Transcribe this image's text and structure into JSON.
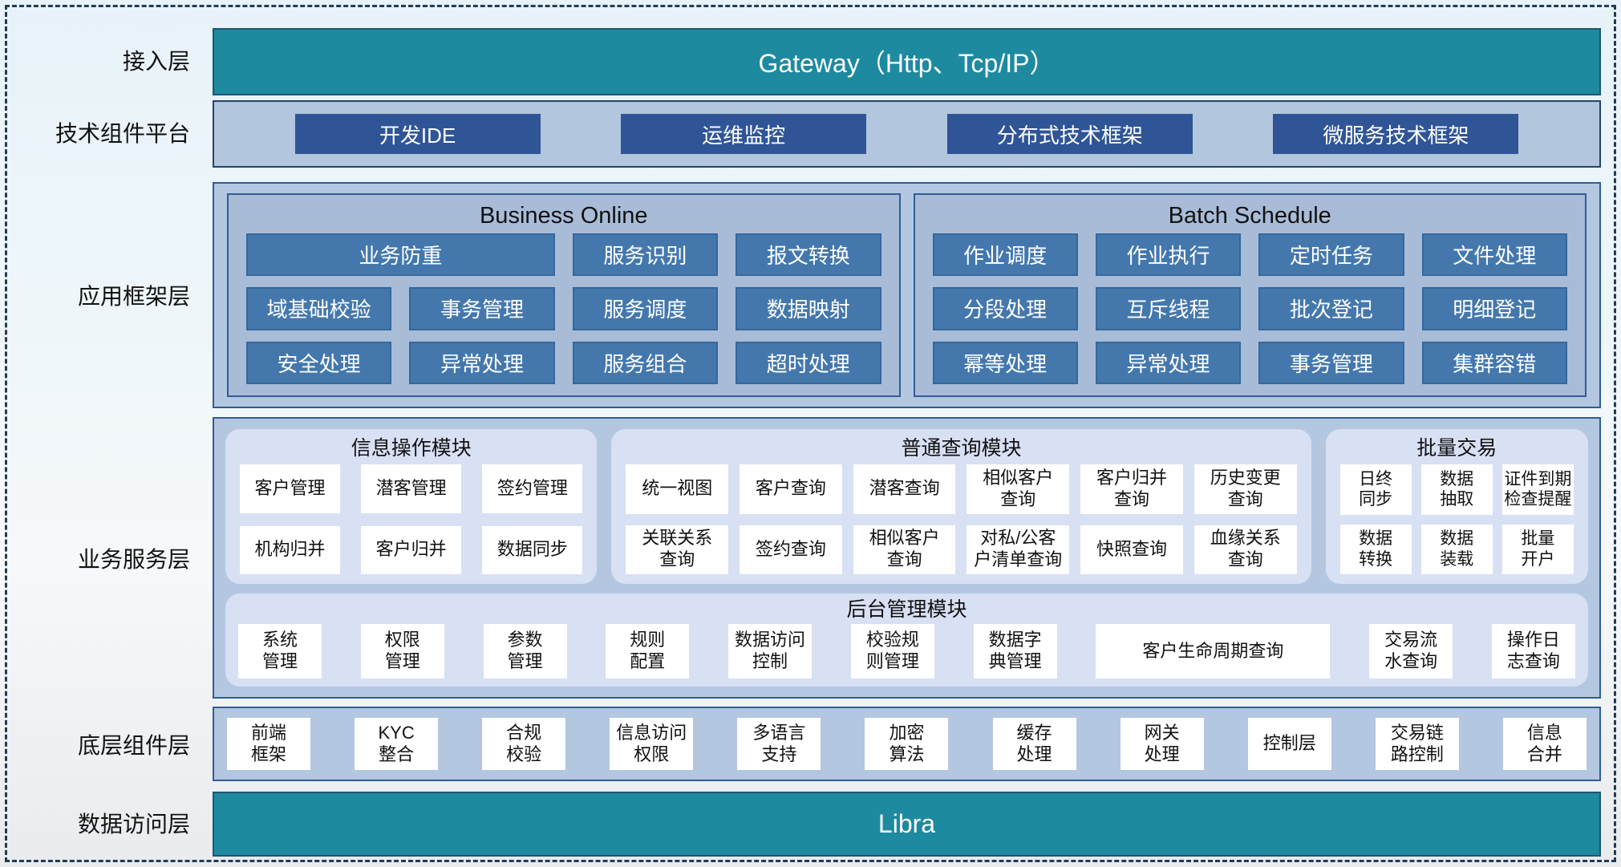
{
  "colors": {
    "teal_bar": "#1e8a9f",
    "dark_blue_button": "#2f5597",
    "medium_blue_button": "#4478ad",
    "panel_light_blue": "#b3c7e0",
    "panel_inner_blue": "#a8bcd8",
    "module_periwinkle": "#d8e0f3",
    "border_blue": "#2f5d98",
    "dashed_border": "#243a57"
  },
  "access_layer": {
    "label": "接入层",
    "title": "Gateway（Http、Tcp/IP）"
  },
  "tech_layer": {
    "label": "技术组件平台",
    "items": [
      "开发IDE",
      "运维监控",
      "分布式技术框架",
      "微服务技术框架"
    ]
  },
  "app_layer": {
    "label": "应用框架层",
    "business_online": {
      "title": "Business Online",
      "items": [
        {
          "label": "业务防重",
          "span": 2
        },
        "服务识别",
        "报文转换",
        "域基础校验",
        "事务管理",
        "服务调度",
        "数据映射",
        "安全处理",
        "异常处理",
        "服务组合",
        "超时处理"
      ]
    },
    "batch_schedule": {
      "title": "Batch Schedule",
      "items": [
        "作业调度",
        "作业执行",
        "定时任务",
        "文件处理",
        "分段处理",
        "互斥线程",
        "批次登记",
        "明细登记",
        "幂等处理",
        "异常处理",
        "事务管理",
        "集群容错"
      ]
    }
  },
  "service_layer": {
    "label": "业务服务层",
    "info_module": {
      "title": "信息操作模块",
      "items": [
        "客户管理",
        "潜客管理",
        "签约管理",
        "机构归并",
        "客户归并",
        "数据同步"
      ]
    },
    "query_module": {
      "title": "普通查询模块",
      "items": [
        "统一视图",
        "客户查询",
        "潜客查询",
        "相似客户\n查询",
        "客户归并\n查询",
        "历史变更\n查询",
        "关联关系\n查询",
        "签约查询",
        "相似客户\n查询",
        "对私/公客\n户清单查询",
        "快照查询",
        "血缘关系\n查询"
      ]
    },
    "batch_module": {
      "title": "批量交易",
      "items": [
        "日终\n同步",
        "数据\n抽取",
        "证件到期\n检查提醒",
        "数据\n转换",
        "数据\n装载",
        "批量\n开户"
      ]
    },
    "admin_module": {
      "title": "后台管理模块",
      "items": [
        "系统\n管理",
        "权限\n管理",
        "参数\n管理",
        "规则\n配置",
        "数据访问\n控制",
        "校验规\n则管理",
        "数据字\n典管理",
        {
          "label": "客户生命周期查询",
          "wide": true
        },
        "交易流\n水查询",
        "操作日\n志查询"
      ]
    }
  },
  "base_layer": {
    "label": "底层组件层",
    "items": [
      "前端\n框架",
      "KYC\n整合",
      "合规\n校验",
      "信息访问\n权限",
      "多语言\n支持",
      "加密\n算法",
      "缓存\n处理",
      "网关\n处理",
      "控制层",
      "交易链\n路控制",
      "信息\n合并"
    ]
  },
  "data_layer": {
    "label": "数据访问层",
    "title": "Libra"
  }
}
